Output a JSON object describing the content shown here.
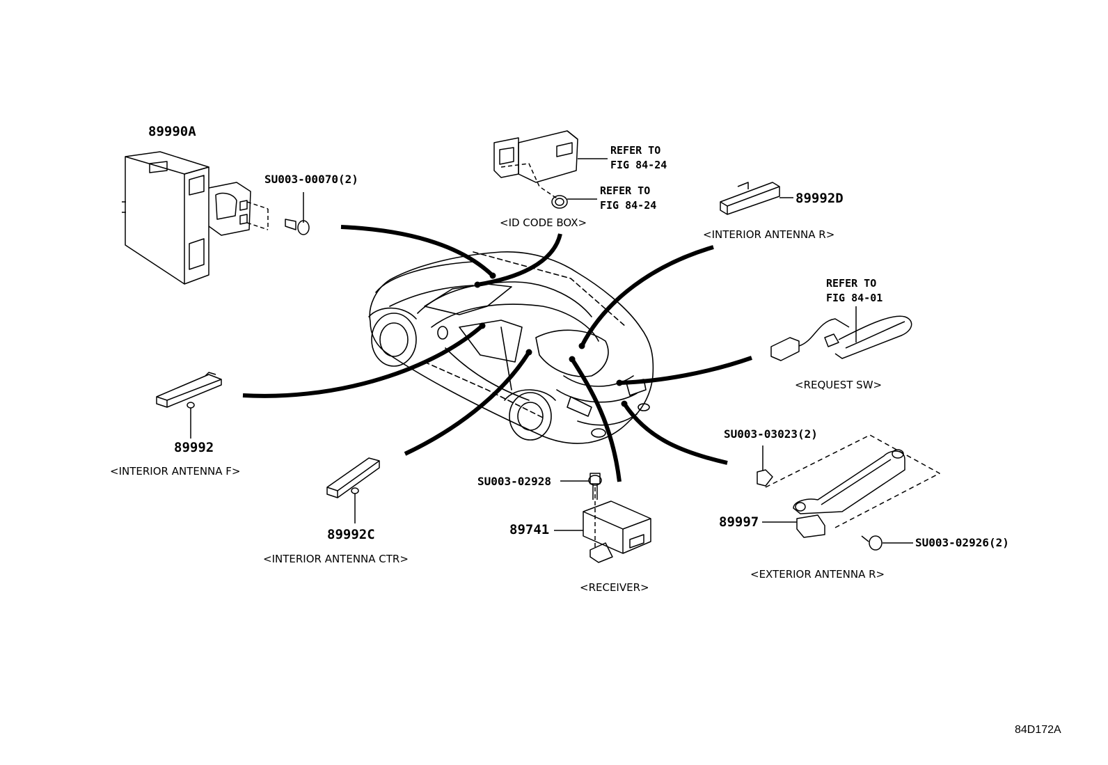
{
  "figure_id": "84D172A",
  "parts": {
    "ecu": {
      "number": "89990A",
      "bolt": "SU003-00070(2)"
    },
    "id_code_box": {
      "caption": "<ID CODE BOX>",
      "refer1": [
        "REFER TO",
        "FIG 84-24"
      ],
      "refer2": [
        "REFER TO",
        "FIG 84-24"
      ]
    },
    "interior_antenna_r": {
      "number": "89992D",
      "caption": "<INTERIOR ANTENNA R>"
    },
    "request_sw": {
      "refer": [
        "REFER TO",
        "FIG 84-01"
      ],
      "caption": "<REQUEST SW>"
    },
    "interior_antenna_f": {
      "number": "89992",
      "caption": "<INTERIOR ANTENNA F>"
    },
    "interior_antenna_ctr": {
      "number": "89992C",
      "caption": "<INTERIOR ANTENNA CTR>"
    },
    "receiver": {
      "number": "89741",
      "bolt": "SU003-02928",
      "caption": "<RECEIVER>"
    },
    "exterior_antenna_r": {
      "number": "89997",
      "nut": "SU003-03023(2)",
      "screw": "SU003-02926(2)",
      "caption": "<EXTERIOR ANTENNA R>"
    }
  }
}
